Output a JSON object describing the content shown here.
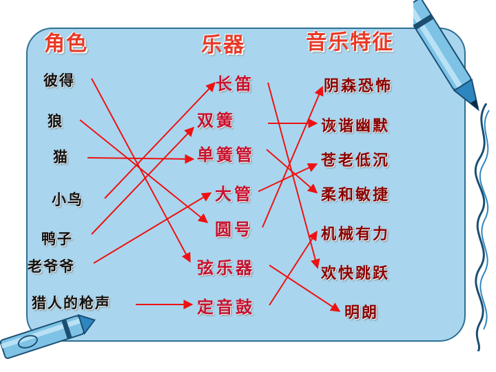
{
  "headers": {
    "roles": "角色",
    "instruments": "乐器",
    "features": "音乐特征"
  },
  "roles": [
    "彼得",
    "狼",
    "猫",
    "小鸟",
    "鸭子",
    "老爷爷",
    "猎人的枪声"
  ],
  "instruments": [
    "长笛",
    "双簧",
    "单簧管",
    "大管",
    "圆号",
    "弦乐器",
    "定音鼓"
  ],
  "features": [
    "阴森恐怖",
    "诙谐幽默",
    "苍老低沉",
    "柔和敏捷",
    "机械有力",
    "欢快跳跃",
    "明朗"
  ],
  "connections": {
    "role_to_instrument": [
      [
        0,
        5
      ],
      [
        1,
        4
      ],
      [
        2,
        2
      ],
      [
        3,
        0
      ],
      [
        4,
        1
      ],
      [
        5,
        3
      ],
      [
        6,
        6
      ]
    ],
    "instrument_to_feature": [
      [
        0,
        5
      ],
      [
        1,
        1
      ],
      [
        2,
        3
      ],
      [
        3,
        2
      ],
      [
        4,
        0
      ],
      [
        5,
        6
      ],
      [
        6,
        4
      ]
    ]
  },
  "colors": {
    "accent": "#e83a27",
    "line": "#ee1111",
    "panel": "#a9d6ee"
  }
}
